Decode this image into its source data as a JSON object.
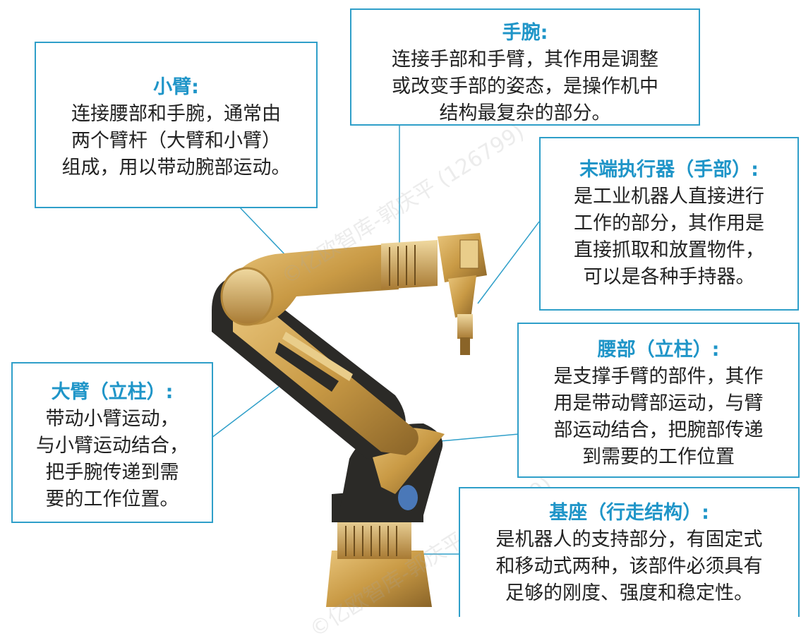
{
  "labels": {
    "forearm": {
      "title": "小臂:",
      "lines": [
        "连接腰部和手腕，通常由",
        "两个臂杆（大臂和小臂）",
        "组成，用以带动腕部运动。"
      ]
    },
    "wrist": {
      "title": "手腕:",
      "lines": [
        "连接手部和手臂，其作用是调整",
        "或改变手部的姿态，是操作机中",
        "结构最复杂的部分。"
      ]
    },
    "end_effector": {
      "title": "末端执行器（手部）:",
      "lines": [
        "是工业机器人直接进行",
        "工作的部分，其作用是",
        "直接抓取和放置物件，",
        "可以是各种手持器。"
      ]
    },
    "upper_arm": {
      "title": "大臂（立柱）:",
      "lines": [
        "带动小臂运动，",
        "与小臂运动结合，",
        "把手腕传递到需",
        "要的工作位置。"
      ]
    },
    "waist": {
      "title": "腰部（立柱）:",
      "lines": [
        "是支撑手臂的部件，其作",
        "用是带动臂部运动，与臂",
        "部运动结合，把腕部传递",
        "到需要的工作位置"
      ]
    },
    "base": {
      "title": "基座（行走结构）:",
      "lines": [
        "是机器人的支持部分，有固定式",
        "和移动式两种，该部件必须具有",
        "足够的刚度、强度和稳定性。"
      ]
    }
  },
  "watermark": "©亿欧智库-郭庆平 (126799)",
  "colors": {
    "accent": "#1f95c8",
    "border": "#2f9fc9",
    "robot_body": "#c99a45",
    "robot_shadow": "#2b2a27"
  }
}
